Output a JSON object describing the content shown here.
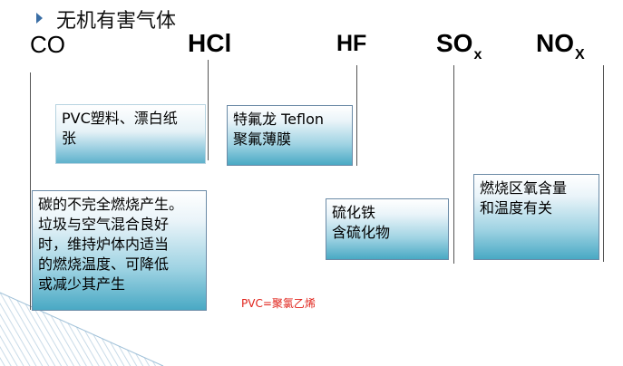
{
  "header": {
    "title": "无机有害气体"
  },
  "gases": [
    {
      "label": "CO"
    },
    {
      "label": "HCl"
    },
    {
      "label": "HF"
    },
    {
      "label": "SO",
      "subscript": "x"
    },
    {
      "label": "NO",
      "subscript": "X"
    }
  ],
  "boxes": {
    "pvc_sources": "PVC塑料、漂白纸\n张",
    "teflon": "特氟龙 Teflon\n聚氟薄膜",
    "co_info": "碳的不完全燃烧产生。\n垃圾与空气混合良好\n时，维持炉体内适当\n的燃烧温度、可降低\n或减少其产生",
    "sox_sources": "硫化铁\n含硫化物",
    "nox_factors": "燃烧区氧含量\n和温度有关"
  },
  "note": "PVC=聚氯乙烯",
  "colors": {
    "note": "#e0221a",
    "box_dark": "#49a9c4",
    "title_arrow": "#3a6ea5"
  }
}
